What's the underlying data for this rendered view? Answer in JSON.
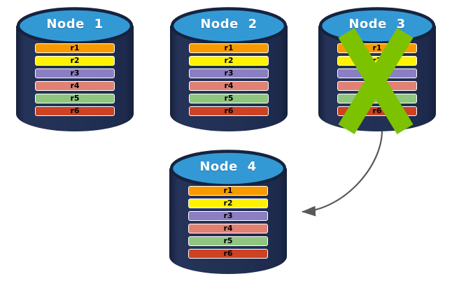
{
  "background": "#FFFFFF",
  "diagram": {
    "type": "database-replication-failover",
    "icons": {
      "node_shape": "database-cylinder-icon",
      "failure_mark": "x-cross-icon",
      "failover_link": "curved-arrow-icon"
    },
    "colors": {
      "cylinder_body": "#223054",
      "cylinder_edge": "#16203C",
      "lid_fill": "#3399D5",
      "lid_stroke": "#16233F",
      "title_text": "#FFFFFF",
      "row_border": "#FFFFFF",
      "row_text": "#000000"
    },
    "failure_cross_color": "#7CC200",
    "arrow": {
      "from": "node-3",
      "to": "node-4",
      "color": "#595959"
    },
    "nodes": [
      {
        "id": "node-1",
        "label": "Node 1",
        "failed": false,
        "rows": [
          {
            "label": "r1",
            "color": "#F79A00"
          },
          {
            "label": "r2",
            "color": "#FFF200"
          },
          {
            "label": "r3",
            "color": "#8B7EC2"
          },
          {
            "label": "r4",
            "color": "#E08173"
          },
          {
            "label": "r5",
            "color": "#90C57F"
          },
          {
            "label": "r6",
            "color": "#CD4223"
          }
        ]
      },
      {
        "id": "node-2",
        "label": "Node 2",
        "failed": false,
        "rows": [
          {
            "label": "r1",
            "color": "#F79A00"
          },
          {
            "label": "r2",
            "color": "#FFF200"
          },
          {
            "label": "r3",
            "color": "#8B7EC2"
          },
          {
            "label": "r4",
            "color": "#E08173"
          },
          {
            "label": "r5",
            "color": "#90C57F"
          },
          {
            "label": "r6",
            "color": "#CD4223"
          }
        ]
      },
      {
        "id": "node-3",
        "label": "Node 3",
        "failed": true,
        "rows": [
          {
            "label": "r1",
            "color": "#F79A00"
          },
          {
            "label": "r2",
            "color": "#FFF200"
          },
          {
            "label": "r3",
            "color": "#8B7EC2"
          },
          {
            "label": "r4",
            "color": "#E08173"
          },
          {
            "label": "r5",
            "color": "#90C57F"
          },
          {
            "label": "r6",
            "color": "#CD4223"
          }
        ]
      },
      {
        "id": "node-4",
        "label": "Node 4",
        "failed": false,
        "rows": [
          {
            "label": "r1",
            "color": "#F79A00"
          },
          {
            "label": "r2",
            "color": "#FFF200"
          },
          {
            "label": "r3",
            "color": "#8B7EC2"
          },
          {
            "label": "r4",
            "color": "#E08173"
          },
          {
            "label": "r5",
            "color": "#90C57F"
          },
          {
            "label": "r6",
            "color": "#CD4223"
          }
        ]
      }
    ]
  }
}
